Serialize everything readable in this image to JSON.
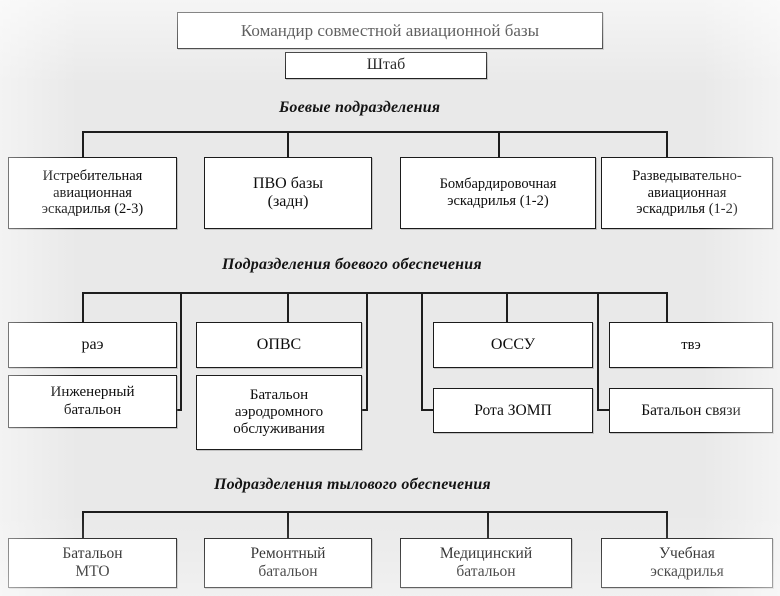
{
  "diagram": {
    "title_top": "Командир совместной авиационной базы",
    "staff": "Штаб",
    "sections": [
      {
        "id": "combat",
        "heading": "Боевые подразделения",
        "units": [
          "Истребительная\nавиационная\nэскадрилья (2-3)",
          "ПВО базы\n(задн)",
          "Бомбардировочная\nэскадрилья (1-2)",
          "Разведывательно-\nавиационная\nэскадрилья (1-2)"
        ]
      },
      {
        "id": "combat-support",
        "heading": "Подразделения боевого обеспечения",
        "groups": [
          {
            "head": "раэ",
            "sub": "Инженерный\nбатальон"
          },
          {
            "head": "ОПВС",
            "sub": "Батальон\nаэродромного\nобслуживания"
          },
          {
            "head": "ОССУ",
            "sub": "Рота ЗОМП"
          },
          {
            "head": "твэ",
            "sub": "Батальон связи"
          }
        ]
      },
      {
        "id": "rear-support",
        "heading": "Подразделения тылового обеспечения",
        "units": [
          "Батальон\nМТО",
          "Ремонтный\nбатальон",
          "Медицинский\nбатальон",
          "Учебная\nэскадрилья"
        ]
      }
    ],
    "colors": {
      "background": "#e9e9e9",
      "box_fill": "#ffffff",
      "line": "#1d1d1d",
      "text": "#0e0e0e"
    }
  }
}
